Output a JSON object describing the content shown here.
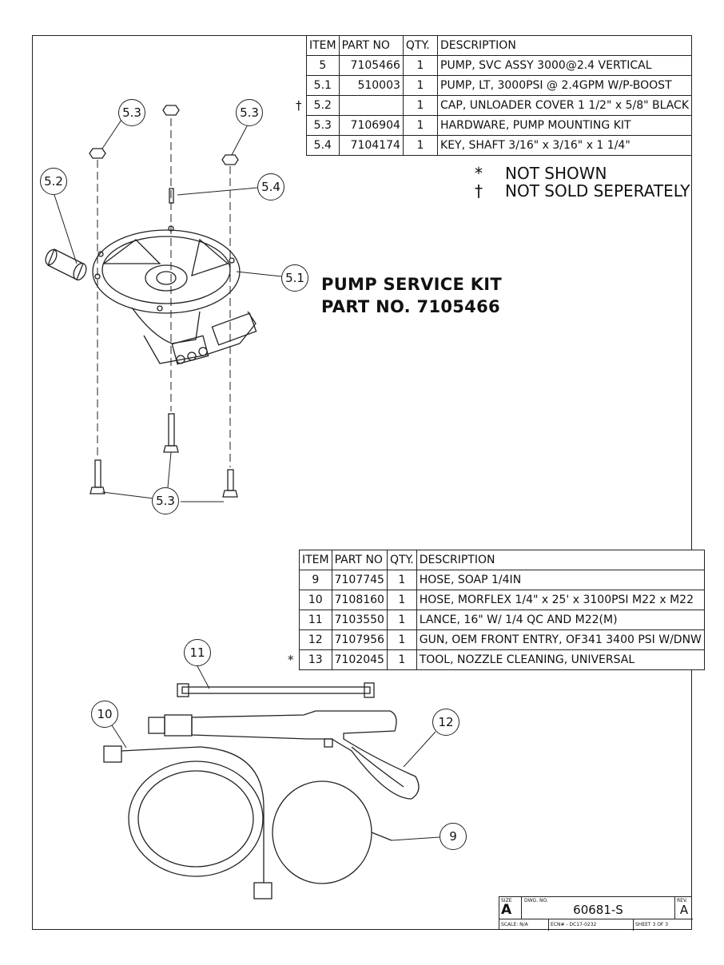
{
  "pump_table": {
    "headers": [
      "ITEM",
      "PART NO",
      "QTY.",
      "DESCRIPTION"
    ],
    "rows": [
      {
        "marker": "",
        "item": "5",
        "part_no": "7105466",
        "qty": "1",
        "description": "PUMP, SVC ASSY 3000@2.4 VERTICAL"
      },
      {
        "marker": "",
        "item": "5.1",
        "part_no": "510003",
        "qty": "1",
        "description": "PUMP, LT, 3000PSI @ 2.4GPM W/P-BOOST"
      },
      {
        "marker": "†",
        "item": "5.2",
        "part_no": "",
        "qty": "1",
        "description": "CAP, UNLOADER COVER 1 1/2\" x 5/8\" BLACK"
      },
      {
        "marker": "",
        "item": "5.3",
        "part_no": "7106904",
        "qty": "1",
        "description": "HARDWARE, PUMP MOUNTING KIT"
      },
      {
        "marker": "",
        "item": "5.4",
        "part_no": "7104174",
        "qty": "1",
        "description": "KEY, SHAFT 3/16\" x 3/16\" x 1 1/4\""
      }
    ]
  },
  "notes": [
    {
      "symbol": "*",
      "text": "NOT SHOWN"
    },
    {
      "symbol": "†",
      "text": "NOT SOLD SEPERATELY"
    }
  ],
  "kit_title": {
    "line1": "PUMP SERVICE KIT",
    "line2": "PART NO. 7105466"
  },
  "accessory_table": {
    "headers": [
      "ITEM",
      "PART NO",
      "QTY.",
      "DESCRIPTION"
    ],
    "rows": [
      {
        "marker": "",
        "item": "9",
        "part_no": "7107745",
        "qty": "1",
        "description": "HOSE, SOAP 1/4IN"
      },
      {
        "marker": "",
        "item": "10",
        "part_no": "7108160",
        "qty": "1",
        "description": "HOSE, MORFLEX 1/4\" x 25' x 3100PSI M22 x M22"
      },
      {
        "marker": "",
        "item": "11",
        "part_no": "7103550",
        "qty": "1",
        "description": "LANCE, 16\" W/ 1/4 QC AND M22(M)"
      },
      {
        "marker": "",
        "item": "12",
        "part_no": "7107956",
        "qty": "1",
        "description": "GUN, OEM FRONT ENTRY, OF341 3400 PSI W/DNW"
      },
      {
        "marker": "*",
        "item": "13",
        "part_no": "7102045",
        "qty": "1",
        "description": "TOOL, NOZZLE CLEANING, UNIVERSAL"
      }
    ]
  },
  "balloons": {
    "b53a": "5.3",
    "b53b": "5.3",
    "b52": "5.2",
    "b54": "5.4",
    "b51": "5.1",
    "b53c": "5.3",
    "b11": "11",
    "b10": "10",
    "b12": "12",
    "b9": "9"
  },
  "title_block": {
    "size_label": "SIZE",
    "size_value": "A",
    "dwg_label": "DWG.  NO.",
    "dwg_value": "60681-S",
    "rev_label": "REV.",
    "rev_value": "A",
    "scale": "SCALE:    N/A",
    "ecn": "ECN#  - DC17-0232",
    "sheet": "SHEET 3 OF 3"
  }
}
